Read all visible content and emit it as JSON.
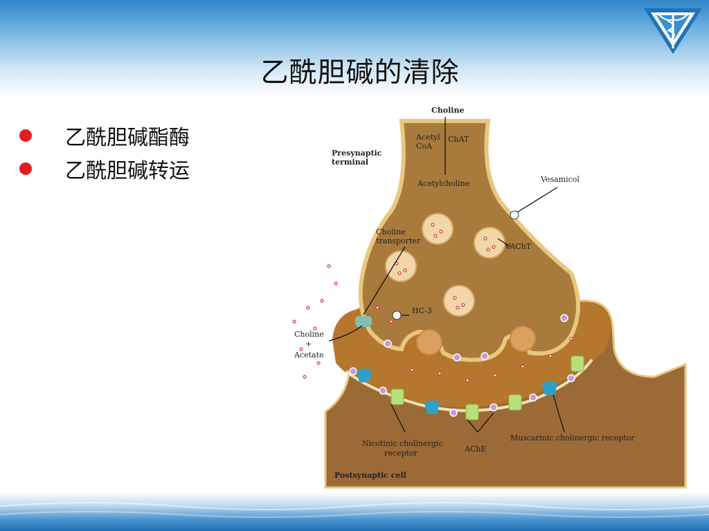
{
  "slide": {
    "title": "乙酰胆碱的清除",
    "bullets": [
      "乙酰胆碱酯酶",
      "乙酰胆碱转运"
    ]
  },
  "diagram": {
    "labels": {
      "choline_top": "Choline",
      "acetyl": "Acetyl",
      "coa": "CoA",
      "chat": "ChAT",
      "presynaptic_1": "Presynaptic",
      "presynaptic_2": "terminal",
      "acetylcholine": "Acetylcholine",
      "vesamicol": "Vesamicol",
      "choline_transporter_1": "Choline",
      "choline_transporter_2": "transporter",
      "vacht": "VAChT",
      "hc3": "HC-3",
      "choline_acetate_1": "Choline",
      "choline_acetate_2": "+",
      "choline_acetate_3": "Acetate",
      "nicotinic_1": "Nicotinic cholinergic",
      "nicotinic_2": "receptor",
      "ache": "AChE",
      "muscarinic": "Muscarinic cholinergic receptor",
      "postsynaptic": "Postsynaptic cell"
    },
    "colors": {
      "terminal": "#a87a3c",
      "terminal_edge": "#e9c77e",
      "cleft": "#b5762e",
      "postsynaptic": "#9c6a36",
      "vesicle": "#f1d6a8",
      "ache_dot": "#c49bd6",
      "nicotinic": "#b7e07a",
      "muscarinic": "#2fa0c8",
      "transporter": "#7fbfae",
      "bullet": "#e51b24"
    }
  }
}
